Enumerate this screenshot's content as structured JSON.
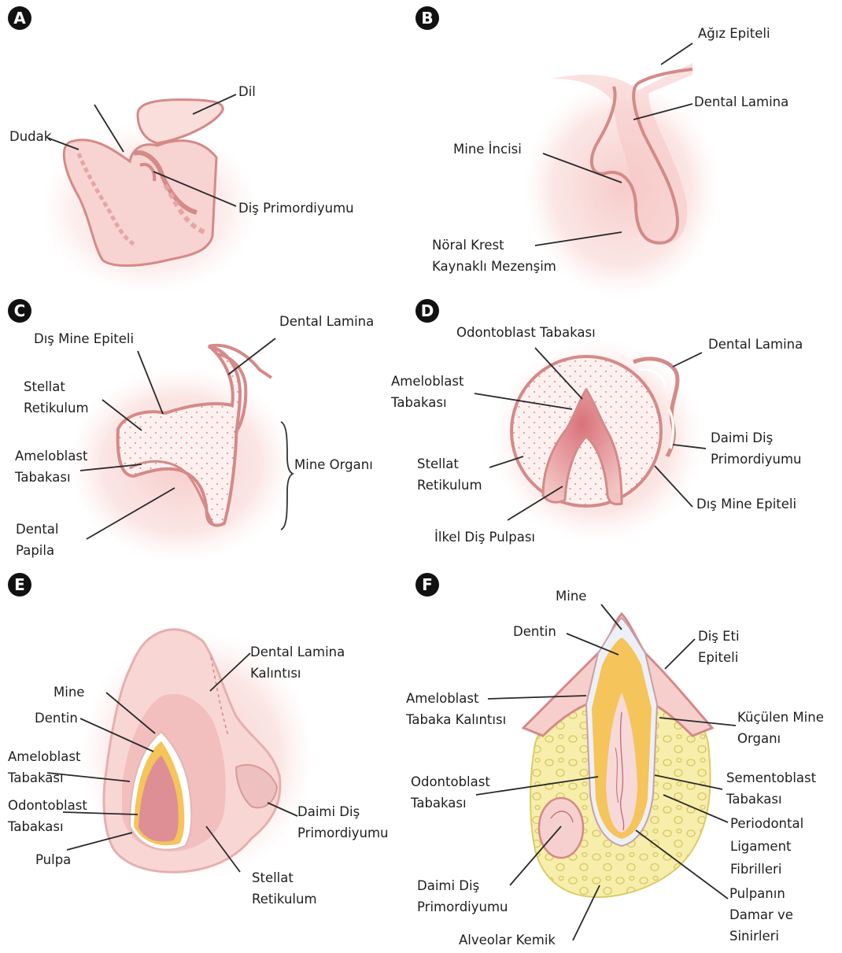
{
  "panels": [
    {
      "id": "A",
      "letter": "A",
      "labels": [
        {
          "key": "dil",
          "text": "Dil"
        },
        {
          "key": "dudak",
          "text": "Dudak"
        },
        {
          "key": "primordium",
          "text": "Diş Primordiyumu"
        }
      ]
    },
    {
      "id": "B",
      "letter": "B",
      "labels": [
        {
          "key": "agiz",
          "text": "Ağız Epiteli"
        },
        {
          "key": "lamina",
          "text": "Dental Lamina"
        },
        {
          "key": "incisi",
          "text": "Mine İncisi"
        },
        {
          "key": "noral",
          "text": "Nöral Krest\nKaynaklı Mezenşim"
        }
      ]
    },
    {
      "id": "C",
      "letter": "C",
      "labels": [
        {
          "key": "lamina",
          "text": "Dental Lamina"
        },
        {
          "key": "dis_mine",
          "text": "Dış Mine Epiteli"
        },
        {
          "key": "stellat",
          "text": "Stellat\nRetikulum"
        },
        {
          "key": "ameloblast",
          "text": "Ameloblast\nTabakası"
        },
        {
          "key": "organ",
          "text": "Mine Organı"
        },
        {
          "key": "papila",
          "text": "Dental\nPapila"
        }
      ]
    },
    {
      "id": "D",
      "letter": "D",
      "labels": [
        {
          "key": "odontoblast",
          "text": "Odontoblast Tabakası"
        },
        {
          "key": "lamina",
          "text": "Dental Lamina"
        },
        {
          "key": "ameloblast",
          "text": "Ameloblast\nTabakası"
        },
        {
          "key": "daimi",
          "text": "Daimi Diş\nPrimordiyumu"
        },
        {
          "key": "stellat",
          "text": "Stellat\nRetikulum"
        },
        {
          "key": "dis_mine",
          "text": "Dış Mine Epiteli"
        },
        {
          "key": "pulpa",
          "text": "İlkel Diş Pulpası"
        }
      ]
    },
    {
      "id": "E",
      "letter": "E",
      "labels": [
        {
          "key": "kalinti",
          "text": "Dental Lamina\nKalıntısı"
        },
        {
          "key": "mine",
          "text": "Mine"
        },
        {
          "key": "dentin",
          "text": "Dentin"
        },
        {
          "key": "ameloblast",
          "text": "Ameloblast\nTabakası"
        },
        {
          "key": "odontoblast",
          "text": "Odontoblast\nTabakası"
        },
        {
          "key": "daimi",
          "text": "Daimi Diş\nPrimordiyumu"
        },
        {
          "key": "pulpa",
          "text": "Pulpa"
        },
        {
          "key": "stellat",
          "text": "Stellat\nRetikulum"
        }
      ]
    },
    {
      "id": "F",
      "letter": "F",
      "labels": [
        {
          "key": "mine",
          "text": "Mine"
        },
        {
          "key": "dentin",
          "text": "Dentin"
        },
        {
          "key": "dis_eti",
          "text": "Diş Eti\nEpiteli"
        },
        {
          "key": "ameloblast",
          "text": "Ameloblast\nTabaka Kalıntısı"
        },
        {
          "key": "kuculen",
          "text": "Küçülen Mine\nOrganı"
        },
        {
          "key": "odontoblast",
          "text": "Odontoblast\nTabakası"
        },
        {
          "key": "sementoblast",
          "text": "Sementoblast\nTabakası"
        },
        {
          "key": "periodontal",
          "text": "Periodontal\nLigament\nFibrilleri"
        },
        {
          "key": "daimi",
          "text": "Daimi Diş\nPrimordiyumu"
        },
        {
          "key": "damar",
          "text": "Pulpanın\nDamar ve\nSinirleri"
        },
        {
          "key": "alveolar",
          "text": "Alveolar Kemik"
        }
      ]
    }
  ],
  "colors": {
    "tissue": "#f7d4d2",
    "tissue_light": "#fbe6e4",
    "outline": "#d9918f",
    "dark_pink": "#e3a3a3",
    "enamel": "#e8e9f3",
    "dentin": "#f5c45a",
    "bone": "#f6eeaa",
    "bone_outline": "#dccb68",
    "leader": "#2a2a2a"
  }
}
